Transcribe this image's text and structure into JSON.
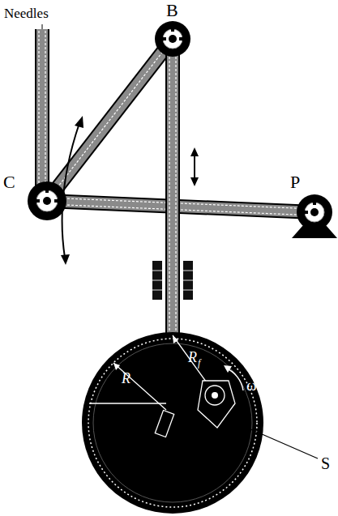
{
  "diagram": {
    "labels": [
      "Needles",
      "B",
      "C",
      "P",
      "R",
      "R",
      "f",
      "ω",
      "S"
    ]
  }
}
